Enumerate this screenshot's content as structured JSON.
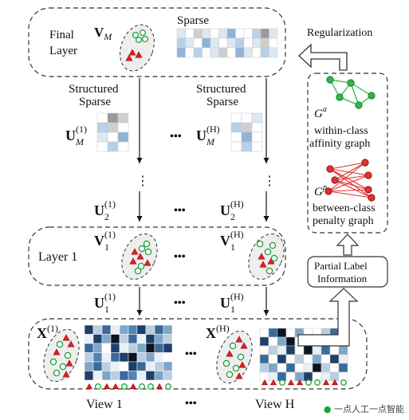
{
  "final_layer": {
    "label_line1": "Final",
    "label_line2": "Layer",
    "v_symbol": "V",
    "v_sub": "M",
    "sparse_label": "Sparse"
  },
  "regularization_label": "Regularization",
  "structured_left": {
    "line1": "Structured",
    "line2": "Sparse",
    "u_symbol": "U",
    "u_sub": "M",
    "u_sup": "(1)"
  },
  "structured_right": {
    "line1": "Structured",
    "line2": "Sparse",
    "u_symbol": "U",
    "u_sub": "M",
    "u_sup": "(H)"
  },
  "u2_left": {
    "symbol": "U",
    "sub": "2",
    "sup": "(1)"
  },
  "u2_right": {
    "symbol": "U",
    "sub": "2",
    "sup": "(H)"
  },
  "layer1": {
    "label": "Layer 1",
    "v_left": {
      "symbol": "V",
      "sub": "1",
      "sup": "(1)"
    },
    "v_right": {
      "symbol": "V",
      "sub": "1",
      "sup": "(H)"
    }
  },
  "u1_left": {
    "symbol": "U",
    "sub": "1",
    "sup": "(1)"
  },
  "u1_right": {
    "symbol": "U",
    "sub": "1",
    "sup": "(H)"
  },
  "x_left": {
    "symbol": "X",
    "sup": "(1)"
  },
  "x_right": {
    "symbol": "X",
    "sup": "(H)"
  },
  "view_left": "View 1",
  "view_right": "View H",
  "dots": "•••",
  "within_graph": {
    "symbol": "G",
    "sup": "a",
    "line1": "within-class",
    "line2": "affinity graph"
  },
  "between_graph": {
    "symbol": "G",
    "sup": "p",
    "line1": "between-class",
    "line2": "penalty graph"
  },
  "partial_label": {
    "line1": "Partial Label",
    "line2": "Information"
  },
  "watermark": "一点人工一点智能",
  "colors": {
    "circle": "#1f9e3a",
    "triangle": "#e02020",
    "node_green": "#2db84a",
    "node_red": "#e03030",
    "dashed": "#333333"
  },
  "icons": {
    "wechat": "wechat-logo-icon"
  }
}
